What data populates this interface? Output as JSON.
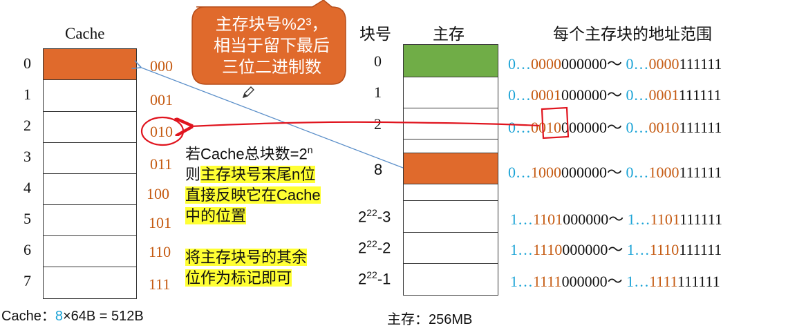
{
  "cache": {
    "title": "Cache",
    "index_labels": [
      "0",
      "1",
      "2",
      "3",
      "4",
      "5",
      "6",
      "7"
    ],
    "binary_labels": [
      "000",
      "001",
      "010",
      "011",
      "100",
      "101",
      "110",
      "111"
    ],
    "footer": {
      "label": "Cache：",
      "count": "8",
      "rest": "×64B = 512B"
    }
  },
  "callout": {
    "line1": "主存块号%2³，",
    "line2": "相当于留下最后",
    "line3": "三位二进制数"
  },
  "memory": {
    "header_block": "块号",
    "header_mem": "主存",
    "header_range": "每个主存块的地址范围",
    "block_labels": {
      "b0": "0",
      "b1": "1",
      "b2": "2",
      "b8": "8",
      "b_m3_base": "2",
      "b_m3_exp": "22",
      "b_m3_tail": "-3",
      "b_m2_base": "2",
      "b_m2_exp": "22",
      "b_m2_tail": "-2",
      "b_m1_base": "2",
      "b_m1_exp": "22",
      "b_m1_tail": "-1"
    },
    "footer": "主存：256MB",
    "colors": {
      "block0": "#70ad47",
      "block8": "#e06a2c",
      "cache0": "#e06a2c"
    }
  },
  "ranges": [
    {
      "p1": "0…",
      "p2": "0000",
      "p3": "000000～ ",
      "p4": "0…",
      "p5": "0000",
      "p6": "111111"
    },
    {
      "p1": "0…",
      "p2": "0001",
      "p3": "000000～ ",
      "p4": "0…",
      "p5": "0001",
      "p6": "111111"
    },
    {
      "p1": "0…",
      "p2": "0010",
      "p3": "000000～ ",
      "p4": "0…",
      "p5": "0010",
      "p6": "111111"
    },
    {
      "p1": "0…",
      "p2": "1000",
      "p3": "000000～ ",
      "p4": "0…",
      "p5": "1000",
      "p6": "111111"
    },
    {
      "p1": "1…",
      "p2": "1101",
      "p3": "000000～ ",
      "p4": "1…",
      "p5": "1101",
      "p6": "111111"
    },
    {
      "p1": "1…",
      "p2": "1110",
      "p3": "000000～ ",
      "p4": "1…",
      "p5": "1110",
      "p6": "111111"
    },
    {
      "p1": "1…",
      "p2": "1111",
      "p3": "000000～ ",
      "p4": "1…",
      "p5": "1111",
      "p6": "111111"
    }
  ],
  "note": {
    "line1_prefix": "若Cache总块数=2",
    "line1_sup": "n",
    "line2_prefix": "则",
    "line2_hl": "主存块号末尾n位",
    "line3_hl": "直接反映它在Cache",
    "line4_hl": "中的位置",
    "line5_hl": "将主存块号的其余",
    "line6_hl": "位作为标记即可"
  }
}
